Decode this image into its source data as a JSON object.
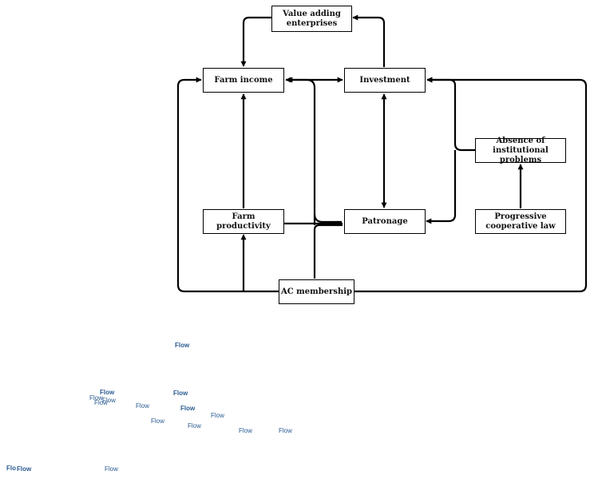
{
  "diagram": {
    "nodes": {
      "value_adding": "Value adding enterprises",
      "farm_income": "Farm income",
      "investment": "Investment",
      "absence": "Absence of institutional problems",
      "farm_productivity": "Farm productivity",
      "patronage": "Patronage",
      "progressive_law": "Progressive cooperative law",
      "ac_membership": "AC membership"
    },
    "flow_labels": [
      "Flow",
      "Flow",
      "Flow",
      "Flow",
      "Flow",
      "Flow",
      "Flow",
      "Flow",
      "Flow",
      "Flow",
      "Flow",
      "Flow",
      "Flow",
      "Flow",
      "Flo",
      "Flow"
    ]
  },
  "colors": {
    "line": "#000000",
    "flow_label": "#2b5b92"
  }
}
